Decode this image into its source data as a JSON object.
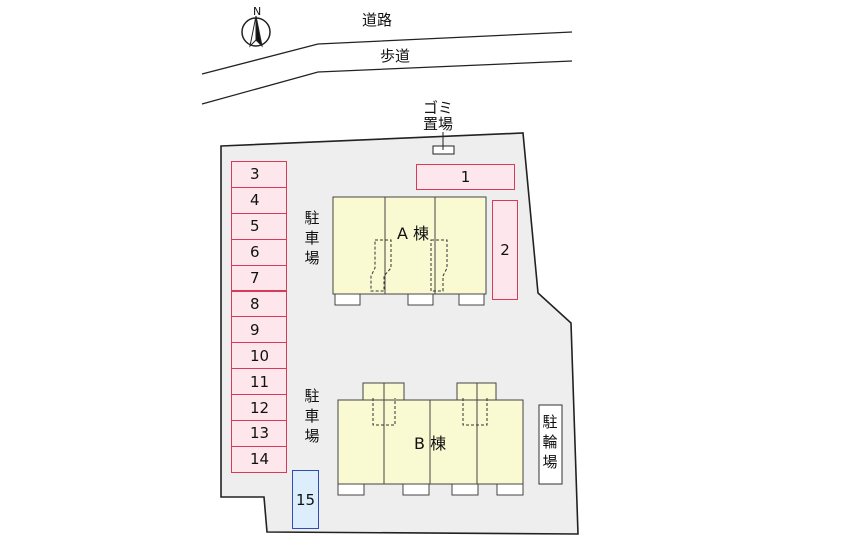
{
  "map": {
    "road_label": "道路",
    "sidewalk_label": "歩道",
    "north_label": "N",
    "garbage_label": "ゴミ置場",
    "garbage_line1": "ゴミ",
    "garbage_line2": "置場",
    "parking_label_1": [
      "駐",
      "車",
      "場"
    ],
    "parking_label_2": [
      "駐",
      "車",
      "場"
    ],
    "bicycle_label": [
      "駐",
      "輪",
      "場"
    ],
    "building_a": "A 棟",
    "building_b": "B 棟"
  },
  "parking": {
    "left_column": [
      "3",
      "4",
      "5",
      "6",
      "7",
      "8",
      "9",
      "10",
      "11",
      "12",
      "13",
      "14"
    ],
    "top_row": "1",
    "right_vertical": "2",
    "blue_space": "15"
  },
  "colors": {
    "building_fill": "#fafad2",
    "parking_fill": "#fde7ec",
    "parking_border": "#d83a5a",
    "blue_fill": "#dceefb",
    "blue_border": "#2e4db5",
    "lot_fill": "#eeeeee",
    "outline": "#222222"
  }
}
